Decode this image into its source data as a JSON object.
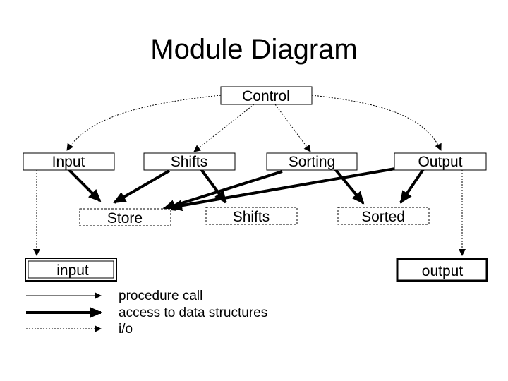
{
  "title": "Module Diagram",
  "modules": {
    "control": "Control",
    "input": "Input",
    "shifts": "Shifts",
    "sorting": "Sorting",
    "output": "Output"
  },
  "data_structures": {
    "store": "Store",
    "shifts": "Shifts",
    "sorted": "Sorted"
  },
  "io": {
    "input": "input",
    "output": "output"
  },
  "legend": {
    "procedure_call": "procedure call",
    "access": "access to data structures",
    "io": "i/o"
  }
}
